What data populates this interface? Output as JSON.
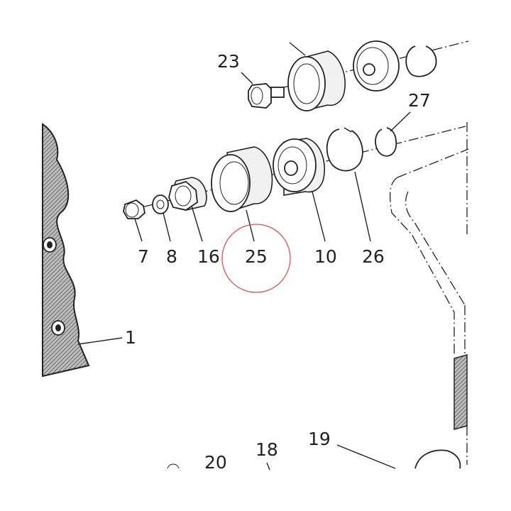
{
  "callouts": {
    "c23": "23",
    "c27": "27",
    "c7": "7",
    "c8": "8",
    "c16": "16",
    "c25": "25",
    "c10": "10",
    "c26": "26",
    "c1": "1",
    "c20": "20",
    "c18": "18",
    "c19": "19"
  },
  "highlight_ring_color": "#d9534f"
}
